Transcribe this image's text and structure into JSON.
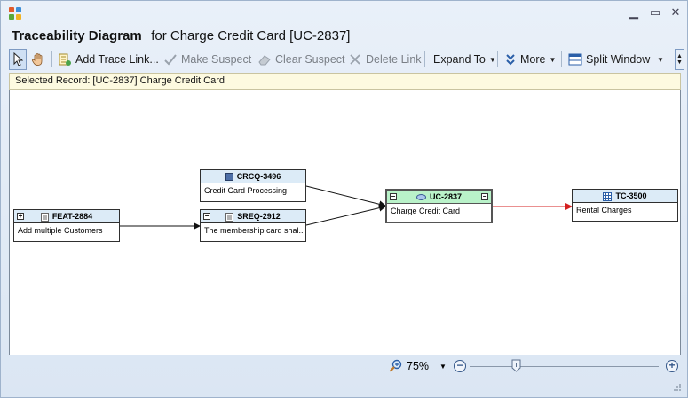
{
  "window": {
    "heading_title": "Traceability Diagram",
    "heading_subtitle": "for Charge Credit Card [UC-2837]"
  },
  "toolbar": {
    "add_trace_link": "Add Trace Link...",
    "make_suspect": "Make Suspect",
    "clear_suspect": "Clear Suspect",
    "delete_link": "Delete Link",
    "expand_to": "Expand To",
    "more": "More",
    "split_window": "Split Window"
  },
  "status": {
    "selected_record": "Selected Record: [UC-2837] Charge Credit Card"
  },
  "nodes": [
    {
      "id": "FEAT-2884",
      "label": "Add  multiple Customers",
      "expander": "+"
    },
    {
      "id": "CRCQ-3496",
      "label": "Credit Card Processing"
    },
    {
      "id": "SREQ-2912",
      "label": "The membership card shal..",
      "expander": "−"
    },
    {
      "id": "UC-2837",
      "label": "Charge Credit Card",
      "selected": true
    },
    {
      "id": "TC-3500",
      "label": "Rental Charges"
    }
  ],
  "colors": {
    "selected_node_header": "#b9f2c9",
    "node_header": "#dcebf7",
    "suspect_link": "#d42020",
    "status_bar_bg": "#fdfae0"
  },
  "zoom": {
    "value": "75%",
    "slider_level": 0.25
  }
}
